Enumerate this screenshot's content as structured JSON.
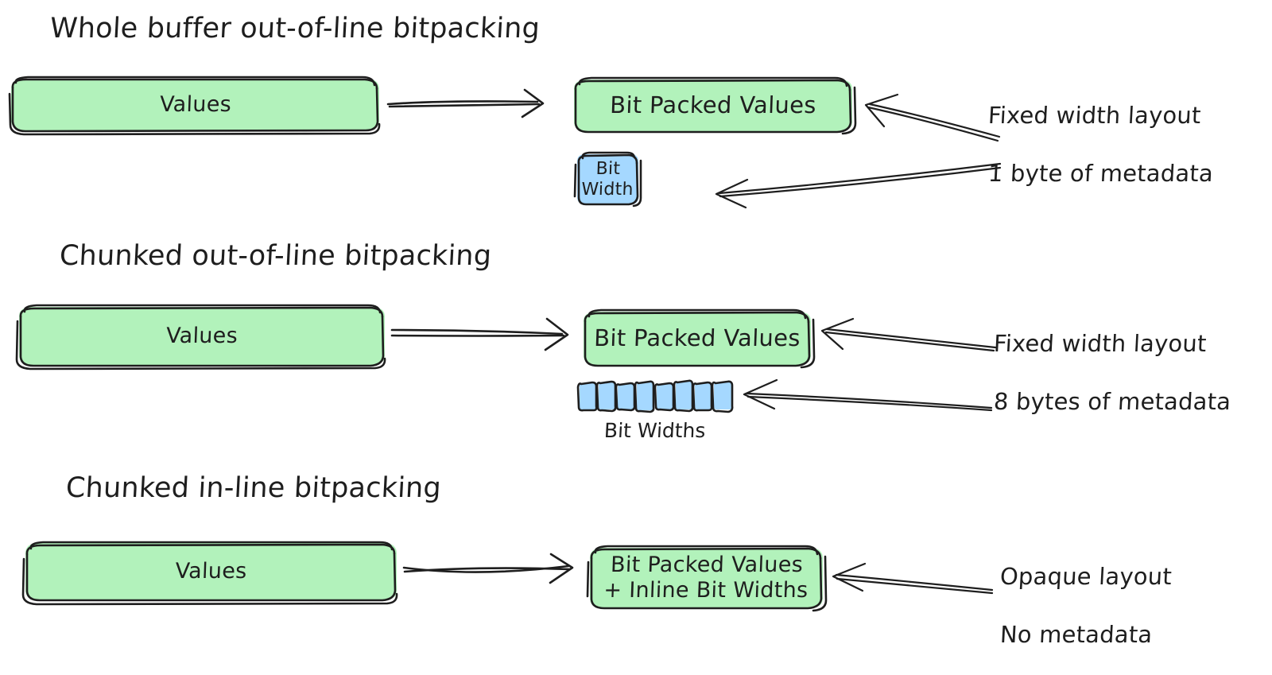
{
  "diagram": {
    "title_semantic": "bitpacking-layout-comparison",
    "background": "#ffffff",
    "colors": {
      "green_fill": "#b2f2bb",
      "blue_fill": "#a5d8ff",
      "stroke": "#1e1e1e",
      "text": "#1e1e1e"
    }
  },
  "sections": [
    {
      "id": "whole-buffer",
      "title": "Whole buffer out-of-line bitpacking",
      "source_node": "Values",
      "target_node": "Bit Packed Values",
      "meta_node": "Bit\nWidth",
      "meta_caption": "",
      "annotations": [
        "Fixed width layout",
        "1 byte of metadata"
      ]
    },
    {
      "id": "chunked-out-of-line",
      "title": "Chunked out-of-line bitpacking",
      "source_node": "Values",
      "target_node": "Bit Packed Values",
      "meta_node": "",
      "meta_caption": "Bit Widths",
      "meta_chunk_count": 8,
      "annotations": [
        "Fixed width layout",
        "8 bytes of metadata"
      ]
    },
    {
      "id": "chunked-in-line",
      "title": "Chunked in-line bitpacking",
      "source_node": "Values",
      "target_node": "Bit Packed Values\n+ Inline Bit Widths",
      "meta_node": "",
      "meta_caption": "",
      "annotations": [
        "Opaque layout",
        "No metadata"
      ]
    }
  ]
}
